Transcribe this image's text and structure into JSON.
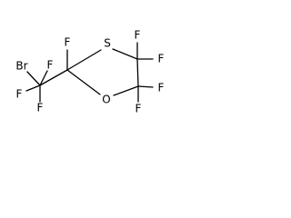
{
  "molecule": {
    "atoms": {
      "br": "Br",
      "f_cf2_upper": "F",
      "f_cf2_left": "F",
      "f_cf2_lower": "F",
      "f_c2": "F",
      "s_ring": "S",
      "o_ring": "O",
      "f_c4_upper": "F",
      "f_c4_right": "F",
      "f_c5_right": "F",
      "f_c5_lower": "F"
    }
  }
}
